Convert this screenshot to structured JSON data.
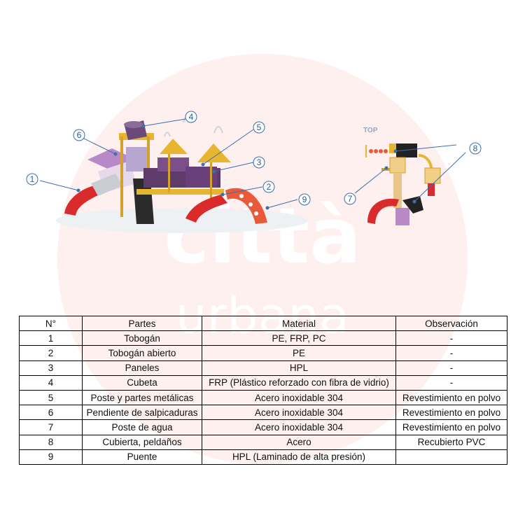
{
  "watermark": {
    "brand_line1": "città",
    "brand_line2": "urbana"
  },
  "illustration": {
    "top_view_label": "TOP",
    "callouts": [
      "1",
      "2",
      "3",
      "4",
      "5",
      "6",
      "7",
      "8",
      "9"
    ]
  },
  "table": {
    "headers": [
      "N°",
      "Partes",
      "Material",
      "Observación"
    ],
    "rows": [
      {
        "n": "1",
        "parte": "Tobogán",
        "material": "PE, FRP, PC",
        "obs": "-"
      },
      {
        "n": "2",
        "parte": "Tobogán abierto",
        "material": "PE",
        "obs": "-"
      },
      {
        "n": "3",
        "parte": "Paneles",
        "material": "HPL",
        "obs": "-"
      },
      {
        "n": "4",
        "parte": "Cubeta",
        "material": "FRP (Plástico reforzado con fibra de vidrio)",
        "obs": "-"
      },
      {
        "n": "5",
        "parte": "Poste y partes metálicas",
        "material": "Acero inoxidable 304",
        "obs": "Revestimiento en polvo"
      },
      {
        "n": "6",
        "parte": "Pendiente de salpicaduras",
        "material": "Acero inoxidable 304",
        "obs": "Revestimiento en polvo"
      },
      {
        "n": "7",
        "parte": "Poste de agua",
        "material": "Acero inoxidable 304",
        "obs": "Revestimiento en polvo"
      },
      {
        "n": "8",
        "parte": "Cubierta, peldaños",
        "material": "Acero",
        "obs": "Recubierto PVC"
      },
      {
        "n": "9",
        "parte": "Puente",
        "material": "HPL (Laminado de alta presión)",
        "obs": ""
      }
    ]
  }
}
